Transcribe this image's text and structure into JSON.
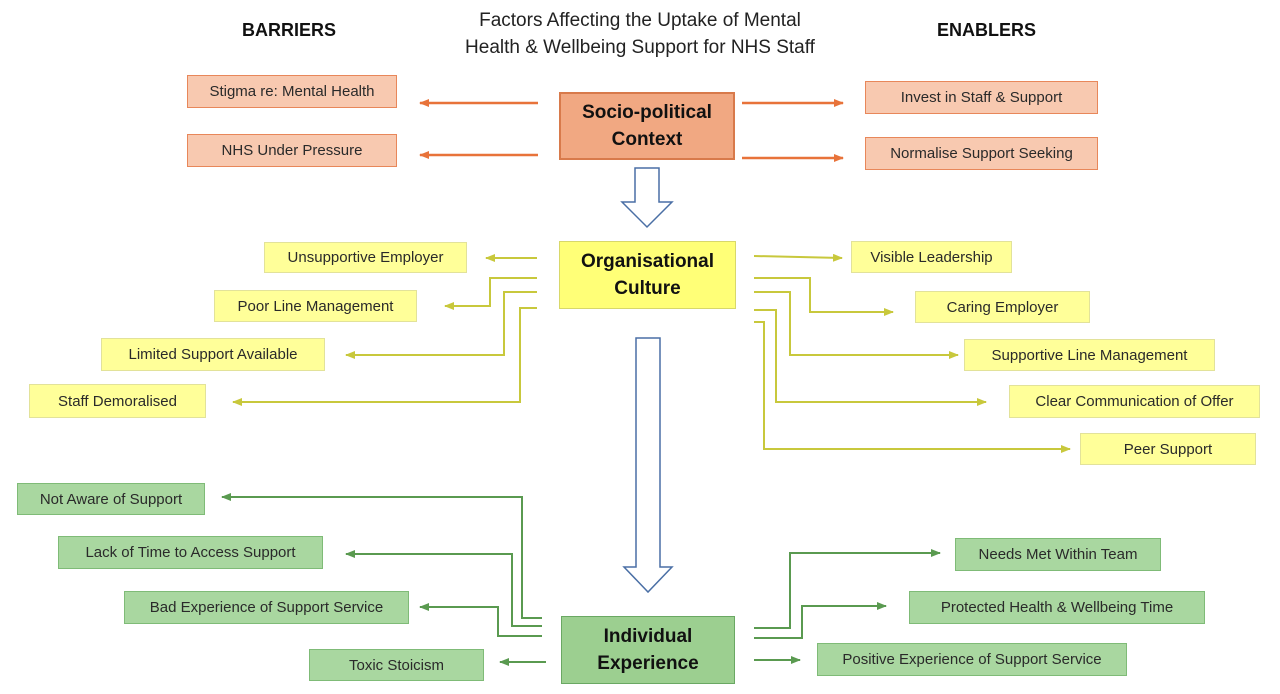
{
  "title": {
    "line1": "Factors Affecting the Uptake of Mental",
    "line2": "Health & Wellbeing Support for NHS Staff"
  },
  "headings": {
    "barriers": "BARRIERS",
    "enablers": "ENABLERS"
  },
  "socio_political": {
    "center_line1": "Socio-political",
    "center_line2": "Context",
    "barriers": [
      "Stigma re: Mental Health",
      "NHS Under Pressure"
    ],
    "enablers": [
      "Invest in Staff & Support",
      "Normalise Support Seeking"
    ]
  },
  "organisational": {
    "center_line1": "Organisational",
    "center_line2": "Culture",
    "barriers": [
      "Unsupportive Employer",
      "Poor Line Management",
      "Limited Support Available",
      "Staff Demoralised"
    ],
    "enablers": [
      "Visible Leadership",
      "Caring Employer",
      "Supportive Line Management",
      "Clear Communication of Offer",
      "Peer Support"
    ]
  },
  "individual": {
    "center_line1": "Individual",
    "center_line2": "Experience",
    "barriers": [
      "Not Aware of Support",
      "Lack of Time to Access Support",
      "Bad Experience of Support Service",
      "Toxic Stoicism"
    ],
    "enablers": [
      "Needs Met Within Team",
      "Protected Health & Wellbeing Time",
      "Positive Experience of Support Service"
    ]
  },
  "colors": {
    "orange_arrow": "#e8733a",
    "yellow_arrow": "#c8c83c",
    "green_arrow": "#5a9a50",
    "down_arrow_stroke": "#4a6fa5"
  }
}
